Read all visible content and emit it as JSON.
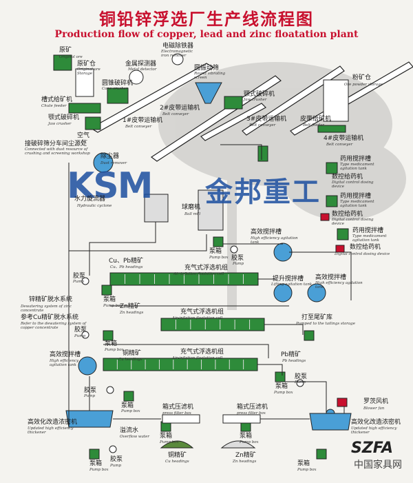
{
  "title": {
    "cn": "铜铅锌浮选厂生产线流程图",
    "en": "Production flow of copper, lead and zinc floatation plant"
  },
  "logo": {
    "ksm": "KSM",
    "brand_cn": "金邦重工"
  },
  "watermark": {
    "szfa": "SZFA",
    "site": "中国家具网"
  },
  "labels": {
    "raw_ore": {
      "cn": "原矿",
      "en": "Original ore"
    },
    "ore_bin": {
      "cn": "原矿仓",
      "en": "Original ore Storage"
    },
    "cone_crusher": {
      "cn": "圆锥破碎机",
      "en": "Cone crusher"
    },
    "chute_feeder": {
      "cn": "槽式给矿机",
      "en": "Chute feeder"
    },
    "jaw_crusher1": {
      "cn": "颚式破碎机",
      "en": "Jaw crusher"
    },
    "metal_detector": {
      "cn": "金属探测器",
      "en": "Metal detector"
    },
    "iron_remover": {
      "cn": "电磁除铁器",
      "en": "Electromagnetic iron remover"
    },
    "round_screen": {
      "cn": "圆振动筛",
      "en": "Round vibrating screen"
    },
    "jaw_crusher2": {
      "cn": "颚式破碎机",
      "en": "Jaw crusher"
    },
    "belt1": {
      "cn": "1#皮带运输机",
      "en": "Belt conveyer"
    },
    "belt2": {
      "cn": "2#皮带运输机",
      "en": "Belt conveyer"
    },
    "belt3": {
      "cn": "3#皮带运输机",
      "en": "Belt conveyer"
    },
    "belt4": {
      "cn": "4#皮带运输机",
      "en": "Belt conveyer"
    },
    "powder_bin": {
      "cn": "粉矿仓",
      "en": "Ore powder storage"
    },
    "belt_feeder": {
      "cn": "皮带给矿机",
      "en": "Belt feeder"
    },
    "air": {
      "cn": "空气",
      "en": "Air"
    },
    "dust_collect": {
      "cn": "接破碎筛分车间尘源处",
      "en": "Connected with dust resource of crushing and screening workshop"
    },
    "dust_remover": {
      "cn": "除尘器",
      "en": "Dust remover"
    },
    "hydrocyclone": {
      "cn": "水力旋流器",
      "en": "Hydraulic cyclone"
    },
    "ball_mill": {
      "cn": "球磨机",
      "en": "Ball mill"
    },
    "agitation1": {
      "cn": "药用搅拌槽",
      "en": "Type medicament agitation tank"
    },
    "dosing1": {
      "cn": "数控给药机",
      "en": "Digital control dosing device"
    },
    "agitation2": {
      "cn": "药用搅拌槽",
      "en": "Type medicament agitation tank"
    },
    "dosing2": {
      "cn": "数控给药机",
      "en": "Digital control dosing device"
    },
    "agitation3": {
      "cn": "药用搅拌槽",
      "en": "Type medicament agitation tank"
    },
    "dosing3": {
      "cn": "数控给药机",
      "en": "Digital control dosing device"
    },
    "pump_box1": {
      "cn": "泵箱",
      "en": "Pump box"
    },
    "pump_rubber1": {
      "cn": "胶泵",
      "en": "Pump"
    },
    "he_agitation1": {
      "cn": "高效搅拌槽",
      "en": "High efficiency agitation tank"
    },
    "cu_pb_conc": {
      "cn": "Cu、Pb精矿",
      "en": "Cu、Pb headings"
    },
    "pump_rubber2": {
      "cn": "胶泵",
      "en": "Pump"
    },
    "pump_box2": {
      "cn": "泵箱",
      "en": "Pump box"
    },
    "zn_dewater": {
      "cn": "锌精矿脱水系统",
      "en": "Dewatering system of zinc concentrate"
    },
    "cupb_dewater": {
      "cn": "参考Cu精矿脱水系统",
      "en": "Refer to the dewatering system of copper concentrate"
    },
    "float_cells1": {
      "cn": "充气式浮选机组",
      "en": "Air-inflation floatation cell"
    },
    "lift_agitation": {
      "cn": "提升搅拌槽",
      "en": "Lifting agitation tank"
    },
    "he_agitation2": {
      "cn": "高效搅拌槽",
      "en": "High efficiency agitation tank"
    },
    "zn_conc": {
      "cn": "Zn精矿",
      "en": "Zn headings"
    },
    "float_cells2": {
      "cn": "充气式浮选机组",
      "en": "Air-inflation floatation cell"
    },
    "tailings": {
      "cn": "打至尾矿库",
      "en": "Pumped to the tailings storage"
    },
    "pump_rubber3": {
      "cn": "胶泵",
      "en": "Pump"
    },
    "pump_box3": {
      "cn": "泵箱",
      "en": "Pump box"
    },
    "cu_conc": {
      "cn": "铜精矿",
      "en": "Cu headings"
    },
    "float_cells3": {
      "cn": "充气式浮选机组",
      "en": "Air-inflation floatation cell"
    },
    "he_agitation3": {
      "cn": "高效搅拌槽",
      "en": "High efficiency agitation tank"
    },
    "pb_conc": {
      "cn": "Pb精矿",
      "en": "Pb headings"
    },
    "pump_rubber4": {
      "cn": "胶泵",
      "en": "Pump"
    },
    "pump_box4": {
      "cn": "泵箱",
      "en": "Pump box"
    },
    "pump_rubber5": {
      "cn": "胶泵",
      "en": "Pump"
    },
    "pump_box5": {
      "cn": "泵箱",
      "en": "Pump box"
    },
    "blower": {
      "cn": "罗茨风机",
      "en": "Blower fan"
    },
    "thickener1": {
      "cn": "高效化改造浓密机",
      "en": "Updated high efficiency thickener"
    },
    "overflow": {
      "cn": "溢流水",
      "en": "Overflow water"
    },
    "filter1": {
      "cn": "箱式压滤机",
      "en": "press filter box"
    },
    "filter2": {
      "cn": "箱式压滤机",
      "en": "press filter box"
    },
    "thickener2": {
      "cn": "高效化改造浓密机",
      "en": "Updated high efficiency thickener"
    },
    "cu_final": {
      "cn": "铜精矿",
      "en": "Cu headings"
    },
    "zn_final": {
      "cn": "Zn精矿",
      "en": "Zn headings"
    },
    "pump_box6": {
      "cn": "泵箱",
      "en": "Pump box"
    },
    "pump_box7": {
      "cn": "泵箱",
      "en": "Pump box"
    },
    "pump_box8": {
      "cn": "泵箱",
      "en": "Pump box"
    },
    "pump_box9": {
      "cn": "泵箱",
      "en": "Pump box"
    },
    "pump_rubber6": {
      "cn": "胶泵",
      "en": "Pump"
    }
  },
  "colors": {
    "title": "#c8102e",
    "logo": "#1c4fa0",
    "equipment_green": "#2e8b3a",
    "tank_blue": "#4a9fd6",
    "pipe": "#222222"
  }
}
